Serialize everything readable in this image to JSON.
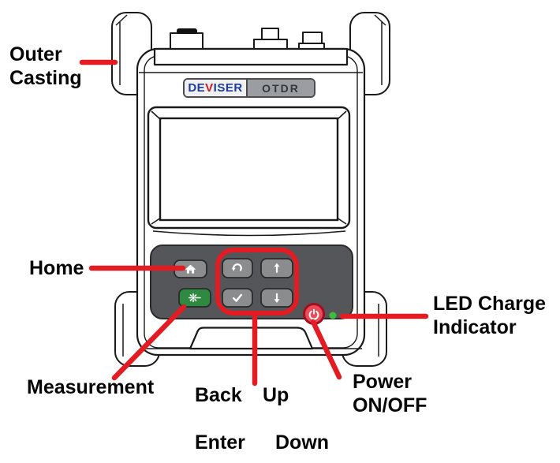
{
  "figure": {
    "kind": "device-callout-diagram"
  },
  "badge": {
    "brand_prefix": "DE",
    "brand_v": "V",
    "brand_suffix": "ISER",
    "model": "OTDR"
  },
  "labels": {
    "outer_casting": "Outer\nCasting",
    "home": "Home",
    "measurement": "Measurement",
    "back": "Back",
    "up": "Up",
    "enter": "Enter",
    "down": "Down",
    "power": "Power\nON/OFF",
    "led_charge": "LED Charge\nIndicator"
  },
  "icons": {
    "home-icon": "white house glyph",
    "laser-icon": "white starburst with beam",
    "back-icon": "white curved undo arrow",
    "up-arrow-icon": "white up arrow",
    "enter-check-icon": "white checkmark",
    "down-arrow-icon": "white down arrow",
    "power-icon": "white power symbol",
    "led-charge-light": "green dot"
  },
  "colors": {
    "callout_red": "#e31b22",
    "line_art": "#1a1a1a",
    "panel_gray": "#555659",
    "button_gray": "#8b8c8e",
    "measurement_green": "#2e8a41",
    "power_fill_red": "#ec4b59",
    "power_ring_red": "#9f1120",
    "led_green": "#3bbe3b",
    "brand_blue": "#1c3c9e",
    "brand_red": "#c41e24",
    "badge_gray": "#9b9da0"
  }
}
